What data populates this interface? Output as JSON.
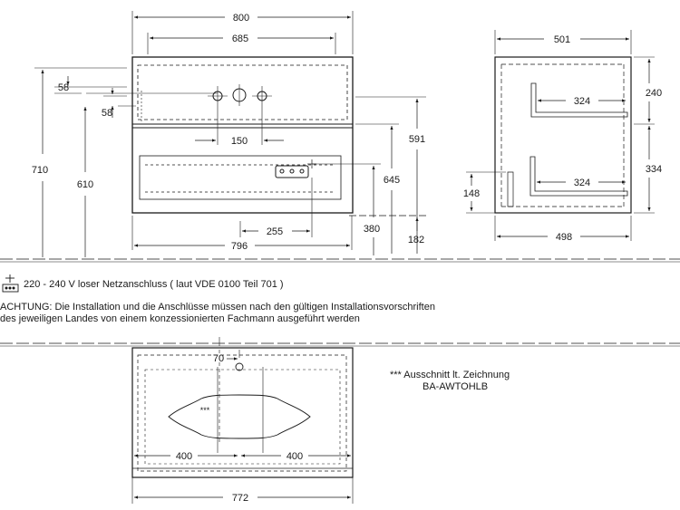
{
  "front_view": {
    "width_total": "800",
    "width_inner": "685",
    "height_total": "710",
    "height_lower": "610",
    "offset_top_1": "58",
    "offset_top_2": "58",
    "tap_spacing": "150",
    "height_right_1": "591",
    "height_right_2": "645",
    "socket_offset": "255",
    "height_380": "380",
    "width_bottom": "796",
    "floor_gap": "182"
  },
  "side_view": {
    "depth_top": "501",
    "shelf_top": "324",
    "shelf_bottom": "324",
    "height_240": "240",
    "height_334": "334",
    "height_148": "148",
    "depth_bottom": "498"
  },
  "notes": {
    "power": "220 - 240 V loser Netzanschluss ( laut VDE 0100 Teil 701 )",
    "warning_line1": "ACHTUNG: Die Installation und die Anschlüsse müssen nach den gültigen Installationsvorschriften",
    "warning_line2": "des jeweiligen Landes von einem konzessionierten Fachmann ausgeführt werden"
  },
  "top_view": {
    "dim_70": "70",
    "marker": "***",
    "left_400": "400",
    "right_400": "400",
    "width_772": "772",
    "cutout_note_line1": "*** Ausschnitt lt. Zeichnung",
    "cutout_note_line2": "BA-AWTOHLB"
  },
  "colors": {
    "line": "#1a1a1a",
    "background": "#ffffff"
  }
}
